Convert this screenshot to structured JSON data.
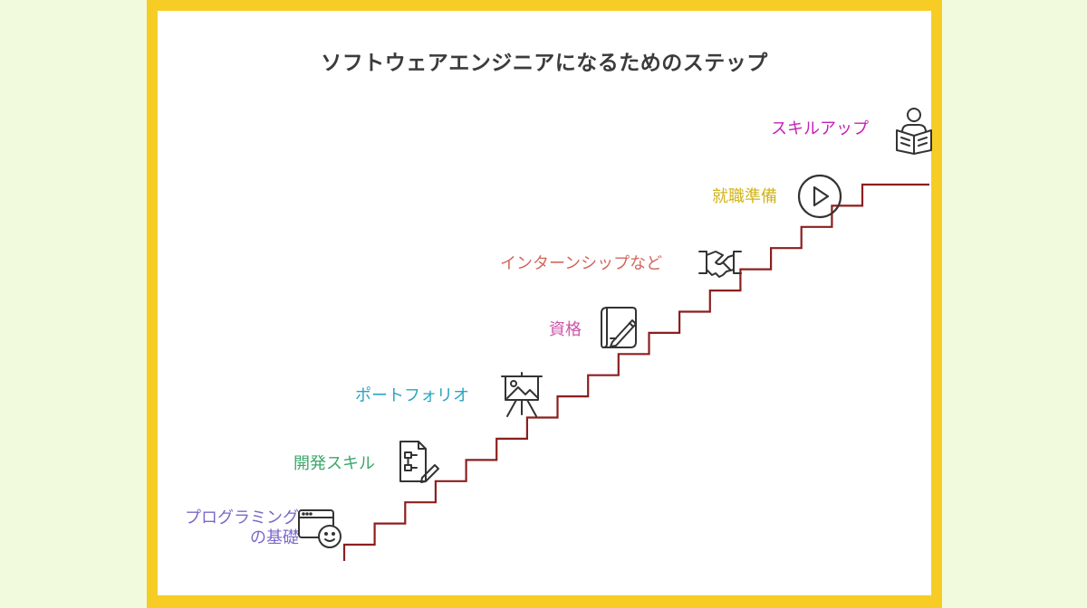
{
  "title": "ソフトウェアエンジニアになるためのステップ",
  "colors": {
    "background": "#f1fadc",
    "frame": "#f7cd25",
    "stair": "#8c1f1f",
    "icon": "#333333"
  },
  "steps": [
    {
      "label_line1": "プログラミング",
      "label_line2": "の基礎",
      "color": "#7b68c8",
      "icon": "browser-smiley-icon"
    },
    {
      "label": "開発スキル",
      "color": "#3aa86a",
      "icon": "document-flowchart-pencil-icon"
    },
    {
      "label": "ポートフォリオ",
      "color": "#2aa4c2",
      "icon": "easel-presentation-icon"
    },
    {
      "label": "資格",
      "color": "#cc55a8",
      "icon": "certificate-pen-icon"
    },
    {
      "label": "インターンシップなど",
      "color": "#d2675d",
      "icon": "handshake-icon"
    },
    {
      "label": "就職準備",
      "color": "#d2b418",
      "icon": "play-circle-icon"
    },
    {
      "label": "スキルアップ",
      "color": "#c421b8",
      "icon": "person-reading-book-icon"
    }
  ]
}
